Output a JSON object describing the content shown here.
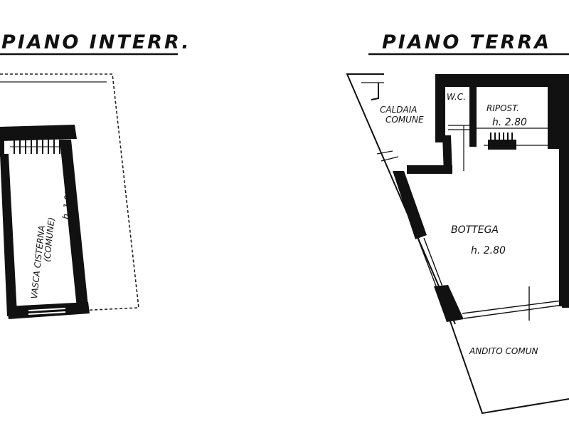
{
  "left_plan": {
    "title": "PIANO INTERR.",
    "room_label": "VASCA CISTERNA",
    "room_note": "(COMUNE)",
    "height": "h. 1.95"
  },
  "right_plan": {
    "title": "PIANO TERRA",
    "rooms": {
      "caldaia_line1": "CALDAIA",
      "caldaia_line2": "COMUNE",
      "wc": "W.C.",
      "ripost": "RIPOST.",
      "ripost_height": "h. 2.80",
      "bottega": "BOTTEGA",
      "bottega_height": "h. 2.80",
      "andito": "ANDITO COMUN"
    }
  }
}
